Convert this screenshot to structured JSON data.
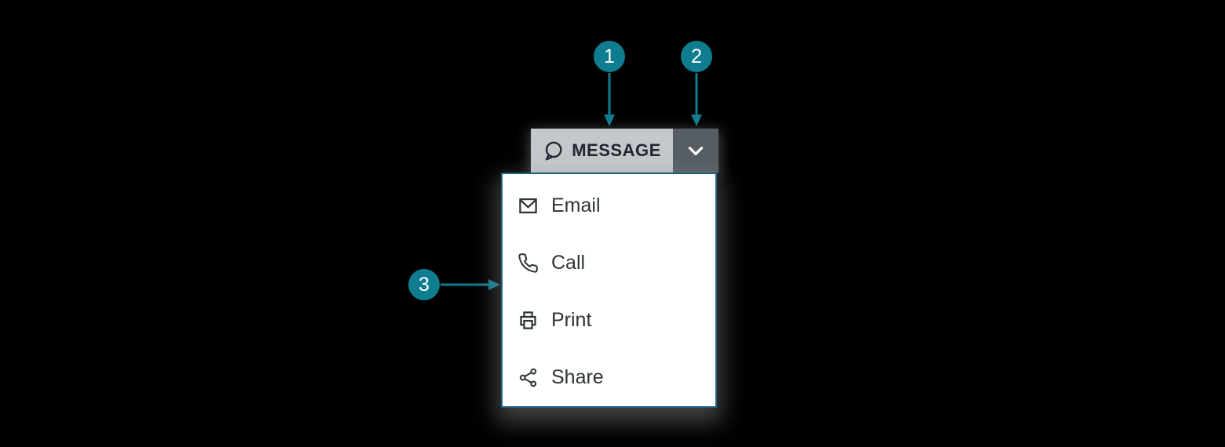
{
  "colors": {
    "background": "#000000",
    "accent_teal": "#0E7D8F",
    "panel_border": "#1C5F84",
    "button_light_bg": "#C4C8CC",
    "button_dark_bg": "#565E64",
    "button_text": "#20272E",
    "menu_text": "#2E3338",
    "panel_bg": "#FFFFFF"
  },
  "callouts": [
    {
      "label": "1"
    },
    {
      "label": "2"
    },
    {
      "label": "3"
    }
  ],
  "split_button": {
    "label": "MESSAGE",
    "icon": "message-bubble-icon",
    "dropdown_icon": "chevron-down-icon"
  },
  "menu": {
    "items": [
      {
        "label": "Email",
        "icon": "email-icon"
      },
      {
        "label": "Call",
        "icon": "phone-icon"
      },
      {
        "label": "Print",
        "icon": "printer-icon"
      },
      {
        "label": "Share",
        "icon": "share-icon"
      }
    ]
  }
}
